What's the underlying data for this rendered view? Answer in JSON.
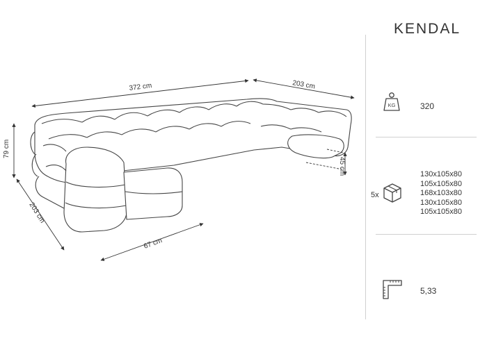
{
  "product": {
    "name": "KENDAL"
  },
  "dimensions": {
    "width": "372 cm",
    "right_depth": "203 cm",
    "height": "79 cm",
    "left_depth": "203 cm",
    "inner": "67 cm",
    "seat_height": "45 cm"
  },
  "specs": {
    "weight": {
      "icon": "weight-kg-icon",
      "icon_text": "KG",
      "value": "320"
    },
    "packages": {
      "icon": "package-box-icon",
      "count": "5x",
      "items": [
        "130x105x80",
        "105x105x80",
        "168x103x80",
        "130x105x80",
        "105x105x80"
      ]
    },
    "area": {
      "icon": "floor-area-icon",
      "value": "5,33"
    }
  }
}
